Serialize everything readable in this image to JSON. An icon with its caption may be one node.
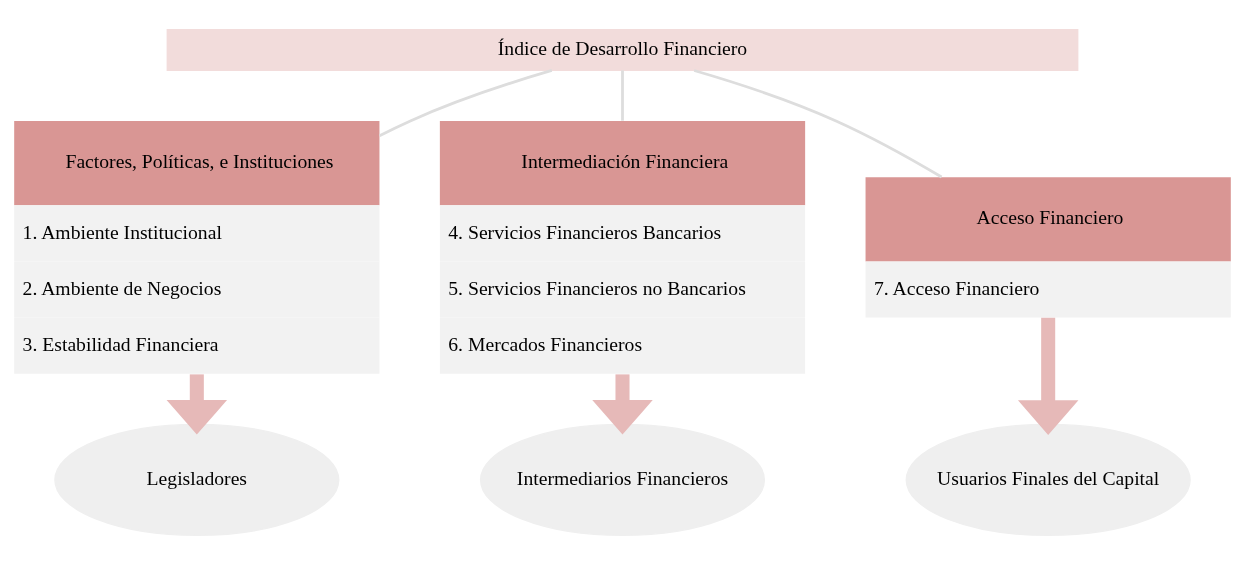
{
  "diagram": {
    "nodes": [
      {
        "text": [
          "Índice de Desarrollo Financiero"
        ]
      },
      {
        "text": [
          "Factores, Políticas, e Instituciones",
          "1. Ambiente Institucional",
          "2. Ambiente de Negocios",
          "3. Estabilidad Financiera"
        ]
      },
      {
        "text": [
          "Intermediación Financiera",
          "4. Servicios Financieros Bancarios",
          "5. Servicios Financieros no Bancarios",
          "6. Mercados Financieros"
        ]
      },
      {
        "text": [
          "Acceso Financiero",
          "7. Acceso Financiero"
        ]
      },
      {
        "text": [
          "Legisladores"
        ]
      },
      {
        "text": [
          "Intermediarios Financieros"
        ]
      },
      {
        "text": [
          "Usuarios Finales del Capital"
        ]
      }
    ],
    "edges": [
      {
        "from": 0,
        "to": 1,
        "arrow": "none"
      },
      {
        "from": 0,
        "to": 2,
        "arrow": "none"
      },
      {
        "from": 0,
        "to": 3,
        "arrow": "none"
      },
      {
        "from": 1,
        "to": 4,
        "arrow": "to",
        "style": "thick",
        "color": "#e6b9b8"
      },
      {
        "from": 2,
        "to": 5,
        "arrow": "to",
        "style": "thick",
        "color": "#e6b9b8"
      },
      {
        "from": 3,
        "to": 6,
        "arrow": "to",
        "style": "thick",
        "color": "#e6b9b8"
      }
    ]
  }
}
